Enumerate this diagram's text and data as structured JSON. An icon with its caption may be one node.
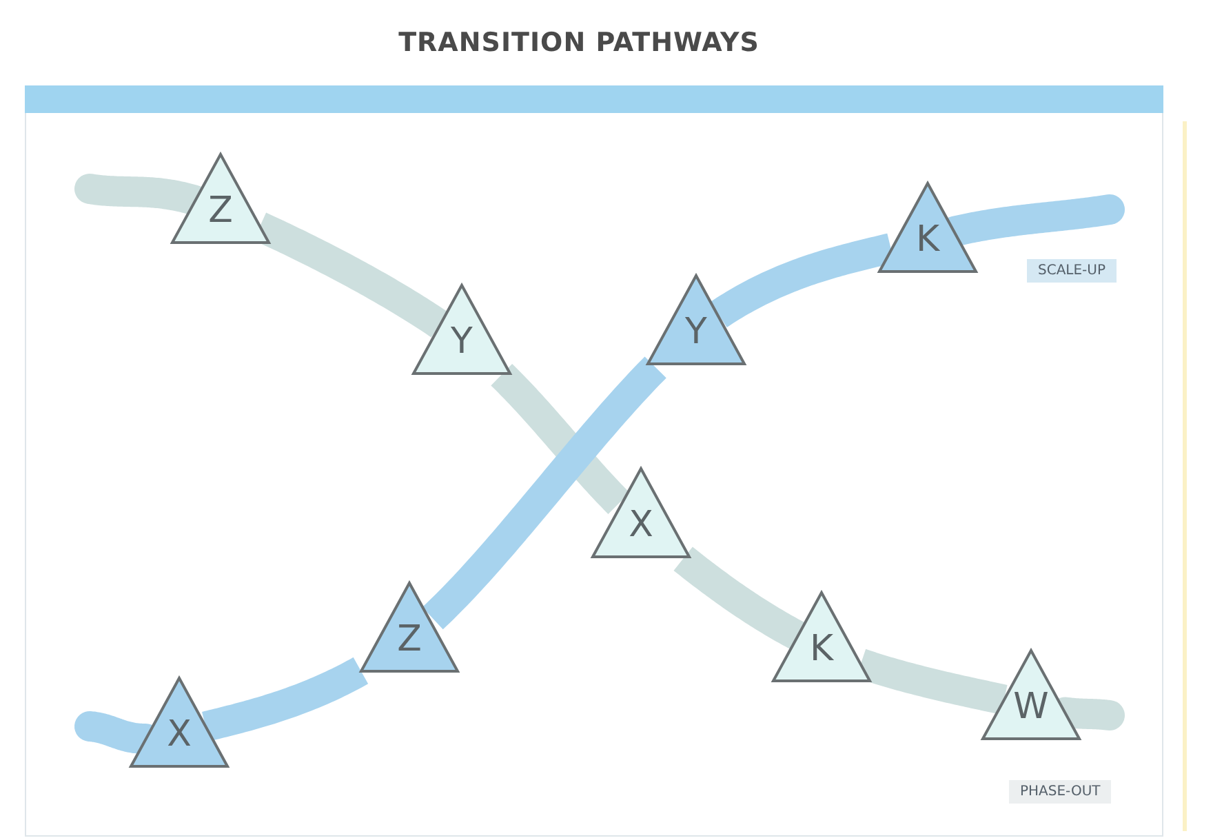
{
  "diagram": {
    "title": "TRANSITION PATHWAYS",
    "nodes": [
      {
        "text": [
          "Z"
        ]
      },
      {
        "text": [
          "Y"
        ]
      },
      {
        "text": [
          "X"
        ]
      },
      {
        "text": [
          "K"
        ]
      },
      {
        "text": [
          "W"
        ]
      },
      {
        "text": [
          "X"
        ]
      },
      {
        "text": [
          "Z"
        ]
      },
      {
        "text": [
          "Y"
        ]
      },
      {
        "text": [
          "K"
        ]
      }
    ],
    "edges": [
      {
        "from": null,
        "to": 0,
        "arrow": "none"
      },
      {
        "from": 0,
        "to": 1,
        "arrow": "none"
      },
      {
        "from": 1,
        "to": 2,
        "arrow": "none"
      },
      {
        "from": 2,
        "to": 3,
        "arrow": "none"
      },
      {
        "from": 3,
        "to": 4,
        "arrow": "none"
      },
      {
        "from": 4,
        "to": null,
        "arrow": "none"
      },
      {
        "from": null,
        "to": 5,
        "arrow": "none",
        "color": "#a7d3ee"
      },
      {
        "from": 5,
        "to": 6,
        "arrow": "none",
        "color": "#a7d3ee"
      },
      {
        "from": 6,
        "to": 7,
        "arrow": "none",
        "color": "#a7d3ee"
      },
      {
        "from": 7,
        "to": 8,
        "arrow": "none",
        "color": "#a7d3ee"
      },
      {
        "from": 8,
        "to": null,
        "arrow": "none",
        "color": "#a7d3ee"
      }
    ],
    "labels": [
      "SCALE-UP",
      "PHASE-OUT"
    ]
  }
}
